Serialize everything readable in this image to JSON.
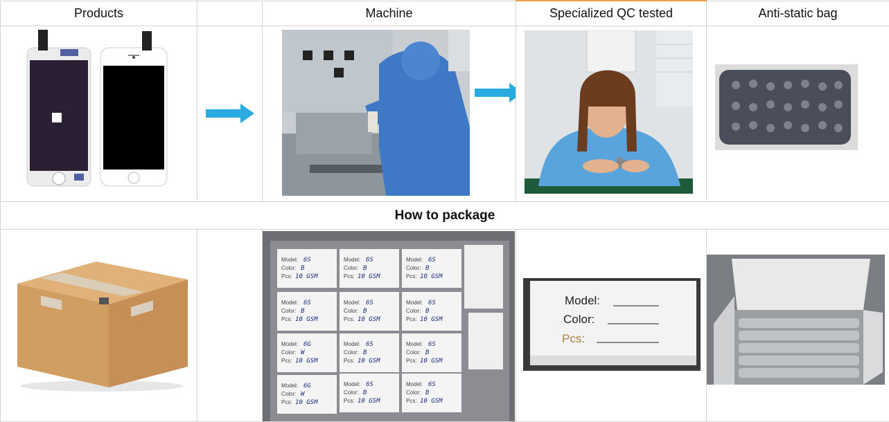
{
  "header": {
    "products": "Products",
    "machine": "Machine",
    "qc": "Specialized QC tested",
    "bag": "Anti-static bag"
  },
  "package_title": "How to package",
  "label_box": {
    "model": "Model:",
    "color": "Color:",
    "pcs": "Pcs:"
  },
  "tray_labels": [
    {
      "model": "Model:",
      "model_val": "6S",
      "color": "Color:",
      "color_val": "B",
      "pcs": "Pcs:",
      "pcs_val": "10 GSM"
    },
    {
      "model": "Model:",
      "model_val": "6G",
      "color": "Color:",
      "color_val": "W",
      "pcs": "Pcs:",
      "pcs_val": "10 GSM"
    }
  ],
  "colors": {
    "arrow": "#29aae1",
    "grid_line": "#d3d3d3",
    "header_accent": "#f0a040"
  }
}
